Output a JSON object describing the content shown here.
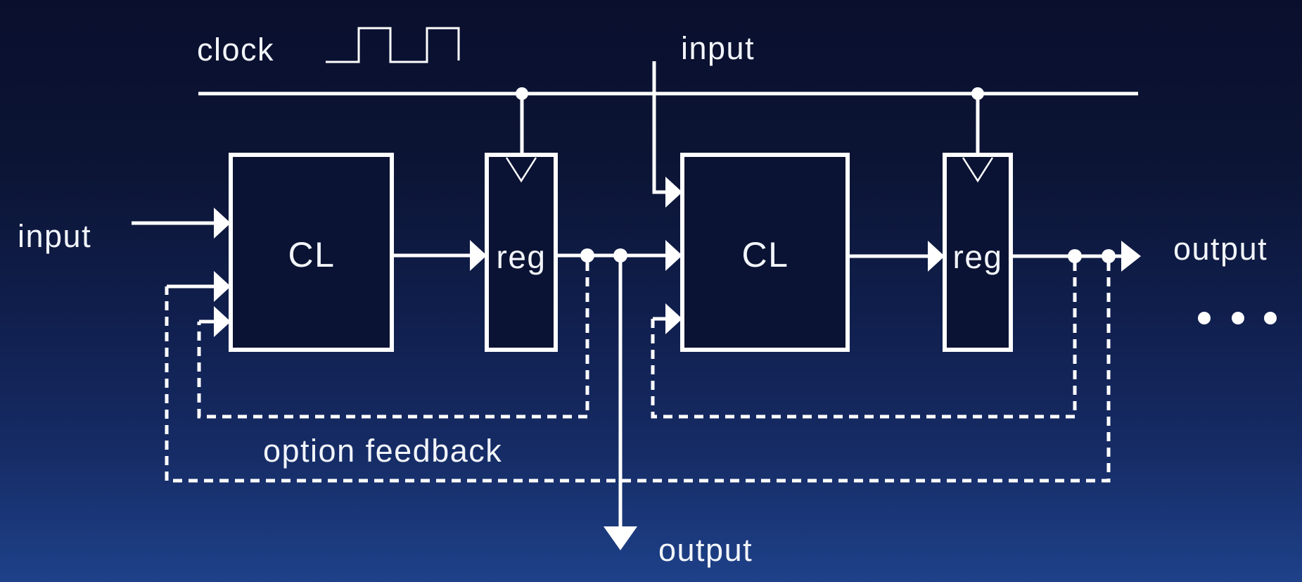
{
  "slide": {
    "colors": {
      "background_top": "#0a0f2d",
      "background_bottom": "#1e4189",
      "line": "#ffffff"
    },
    "labels": {
      "clock": "clock",
      "input_top": "input",
      "input_left": "input",
      "output_right": "output",
      "output_bottom": "output",
      "option_feedback": "option feedback",
      "continuation": "..."
    },
    "blocks": {
      "cl1": "CL",
      "reg1": "reg",
      "cl2": "CL",
      "reg2": "reg"
    }
  }
}
